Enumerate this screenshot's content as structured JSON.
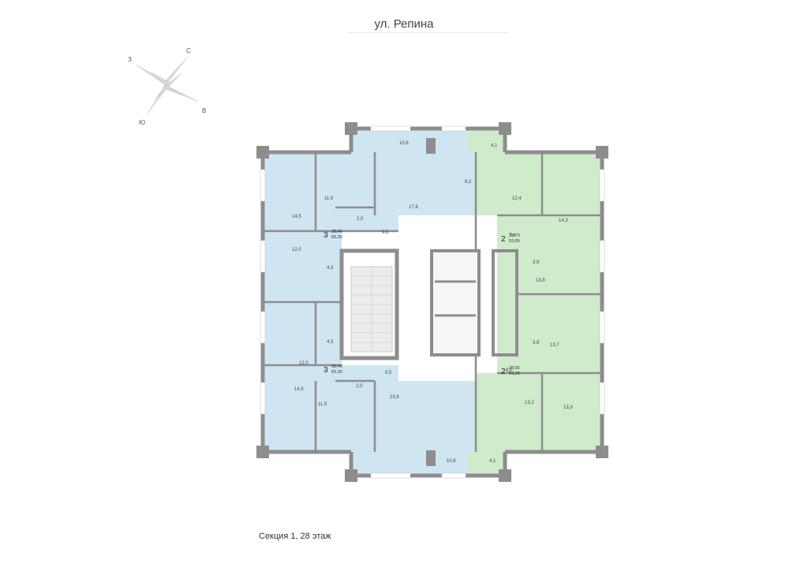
{
  "street": "ул. Репина",
  "caption": "Секция 1, 28 этаж",
  "compass": {
    "north": "С",
    "east": "В",
    "south": "Ю",
    "west": "З"
  },
  "colors": {
    "blue_apartment": "#cfe6f2",
    "green_apartment": "#cfebcb",
    "wall": "#8d8d8d",
    "stair": "#e9e9e9"
  },
  "apartments": [
    {
      "rooms": "3",
      "living_area": "38,40",
      "total_area": "83,30"
    },
    {
      "rooms": "2",
      "living_area": "28,70",
      "total_area": "53,85"
    },
    {
      "rooms": "3",
      "living_area": "38,40",
      "total_area": "83,30"
    },
    {
      "rooms": "2",
      "living_area": "28,55",
      "total_area": "54,15"
    }
  ],
  "room_areas": [
    "10,6",
    "4,1",
    "14,5",
    "11,9",
    "8,2",
    "12,4",
    "14,3",
    "2,0",
    "17,6",
    "9,5",
    "7,4",
    "12,0",
    "4,3",
    "3,9",
    "13,8",
    "4,3",
    "3,9",
    "13,7",
    "12,0",
    "9,5",
    "8,0",
    "14,5",
    "2,0",
    "23,8",
    "11,9",
    "13,2",
    "13,3",
    "10,6",
    "4,1"
  ]
}
